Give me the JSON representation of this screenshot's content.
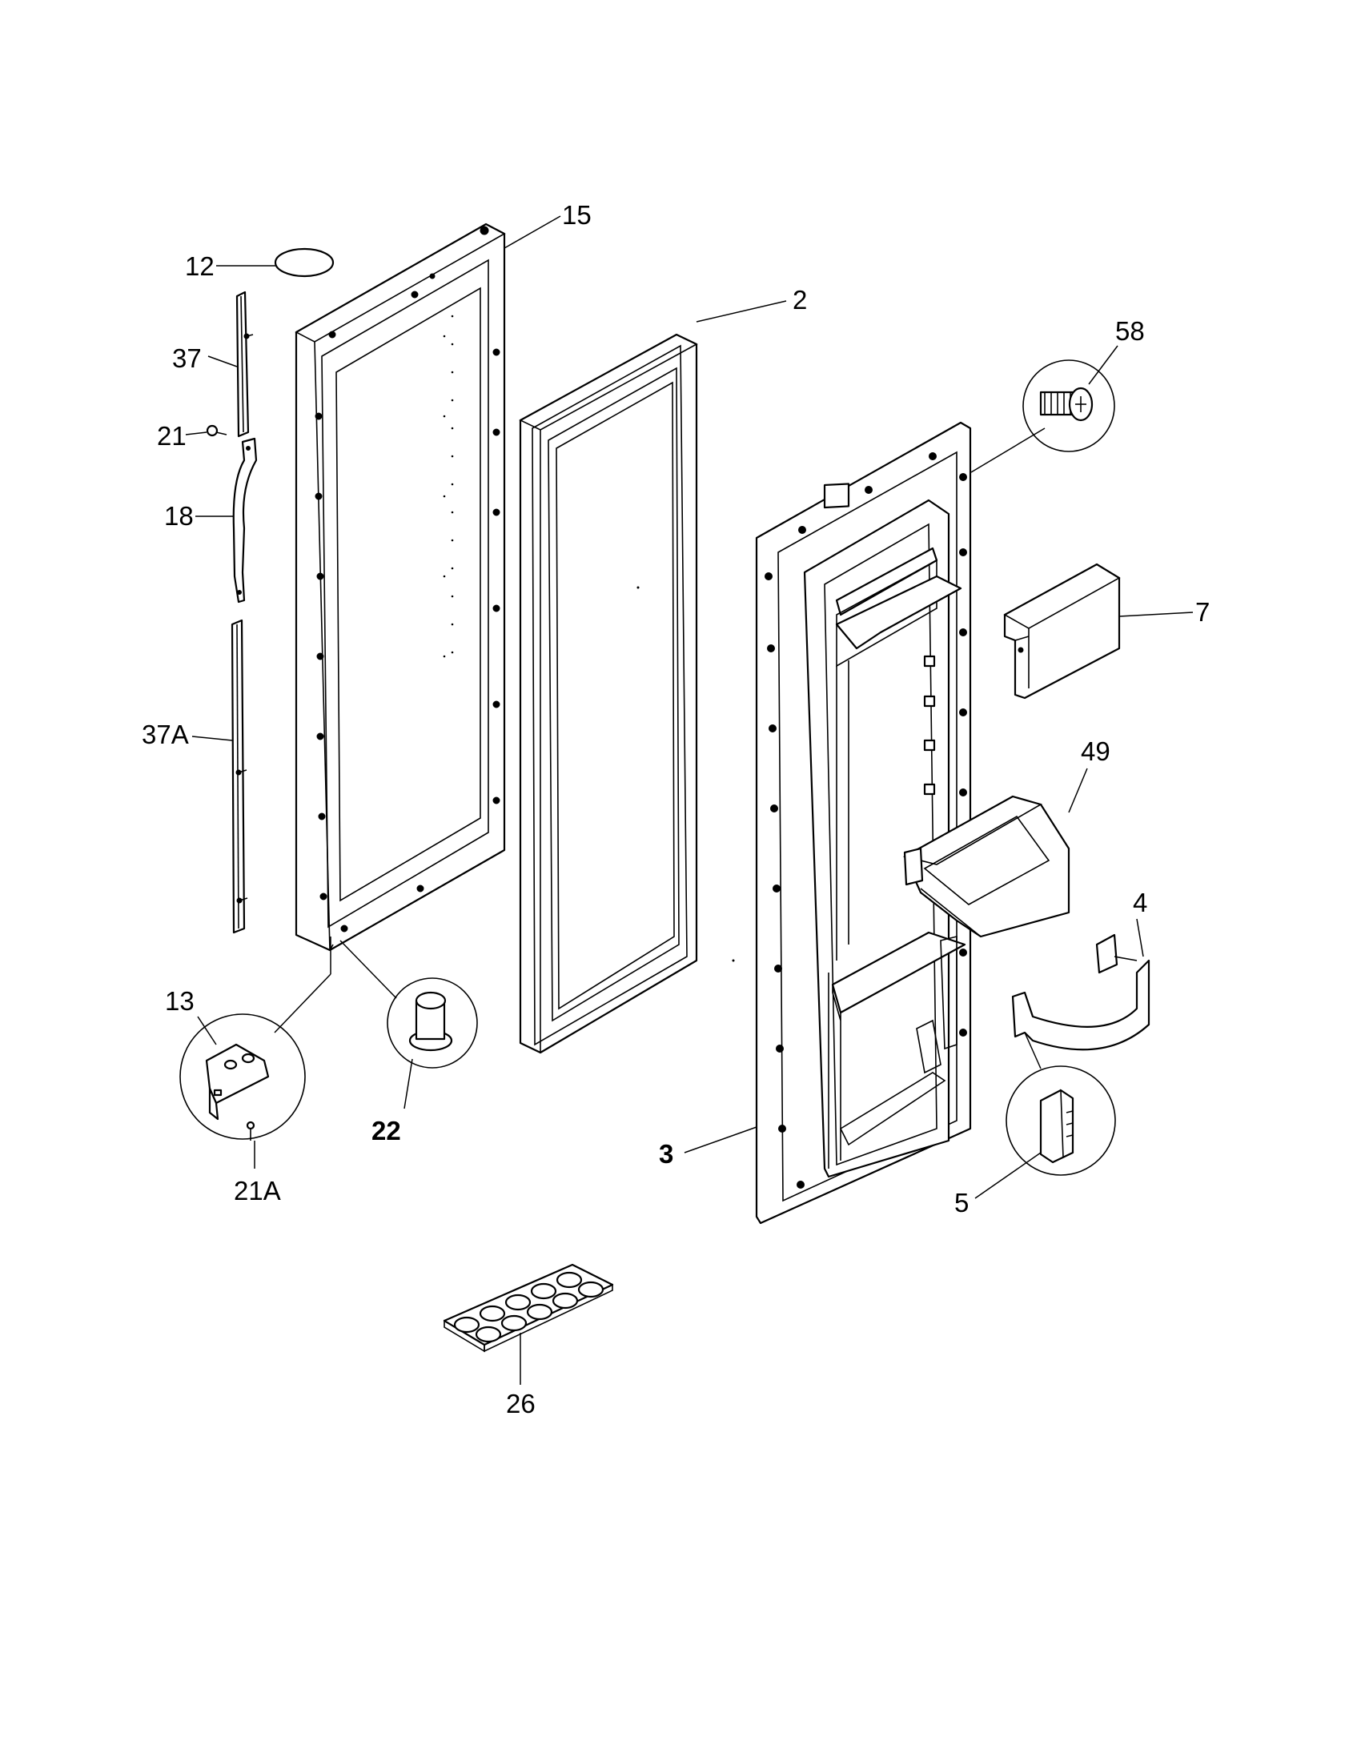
{
  "parts": [
    {
      "id": "p15",
      "label": "15"
    },
    {
      "id": "p12",
      "label": "12"
    },
    {
      "id": "p37",
      "label": "37"
    },
    {
      "id": "p21",
      "label": "21"
    },
    {
      "id": "p18",
      "label": "18"
    },
    {
      "id": "p37A",
      "label": "37A"
    },
    {
      "id": "p13",
      "label": "13"
    },
    {
      "id": "p21A",
      "label": "21A"
    },
    {
      "id": "p22",
      "label": "22"
    },
    {
      "id": "p2",
      "label": "2"
    },
    {
      "id": "p58",
      "label": "58"
    },
    {
      "id": "p7",
      "label": "7"
    },
    {
      "id": "p49",
      "label": "49"
    },
    {
      "id": "p4",
      "label": "4"
    },
    {
      "id": "p3",
      "label": "3"
    },
    {
      "id": "p5",
      "label": "5"
    },
    {
      "id": "p26",
      "label": "26"
    }
  ]
}
